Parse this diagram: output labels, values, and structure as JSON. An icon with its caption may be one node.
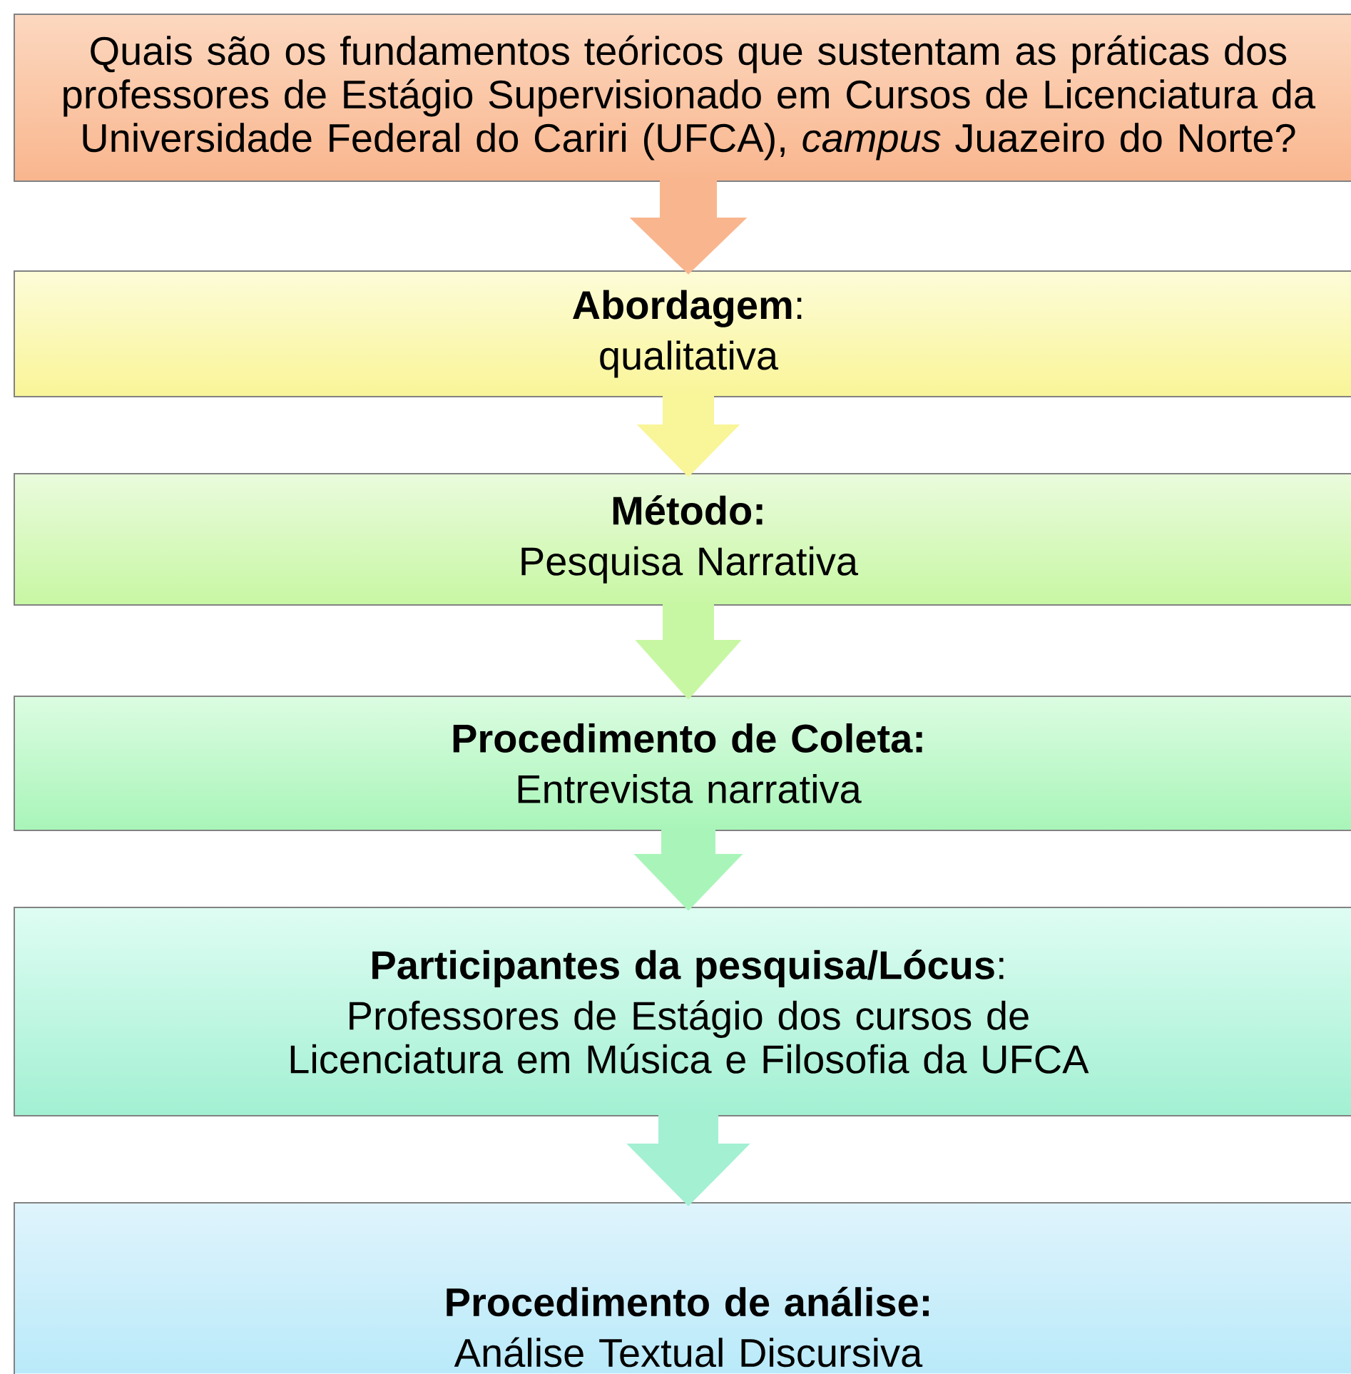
{
  "diagram": {
    "nodes": [
      {
        "text": [
          "Quais são os fundamentos teóricos que sustentam as práticas dos professores de Estágio Supervisionado em Cursos de Licenciatura da Universidade Federal do Cariri (UFCA), *campus* Juazeiro do Norte?"
        ]
      },
      {
        "text": [
          "**Abordagem**:",
          "qualitativa"
        ]
      },
      {
        "text": [
          "Método:",
          "Pesquisa Narrativa"
        ]
      },
      {
        "text": [
          "Procedimento de Coleta:",
          "Entrevista narrativa"
        ]
      },
      {
        "text": [
          "**Participantes da pesquisa/Lócus**:",
          "Professores de Estágio dos cursos de Licenciatura em Música e Filosofia da UFCA"
        ]
      },
      {
        "text": [
          "Procedimento de análise:",
          "Análise Textual Discursiva"
        ]
      }
    ],
    "edges": [
      {
        "from": 0,
        "to": 1,
        "arrow": "to"
      },
      {
        "from": 1,
        "to": 2,
        "arrow": "to"
      },
      {
        "from": 2,
        "to": 3,
        "arrow": "to"
      },
      {
        "from": 3,
        "to": 4,
        "arrow": "to"
      },
      {
        "from": 4,
        "to": 5,
        "arrow": "to"
      }
    ]
  }
}
